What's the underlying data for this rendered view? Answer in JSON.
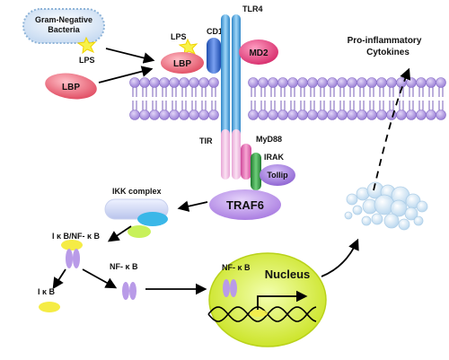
{
  "labels": {
    "bacteria_line1": "Gram-Negative",
    "bacteria_line2": "Bacteria",
    "lps_bacteria": "LPS",
    "lps_top": "LPS",
    "lbp_top": "LBP",
    "lbp_free": "LBP",
    "cd14": "CD14",
    "tlr4": "TLR4",
    "md2": "MD2",
    "tir": "TIR",
    "myd88": "MyD88",
    "irak": "IRAK",
    "tollip": "Tollip",
    "traf6": "TRAF6",
    "ikk_complex": "IKK complex",
    "ikb_nfkb": "I κ B/NF- κ B",
    "ikb": "I κ B",
    "nfkb_free": "NF- κ B",
    "nfkb_nucleus": "NF- κ B",
    "nucleus": "Nucleus",
    "cytokines_line1": "Pro-inflammatory",
    "cytokines_line2": "Cytokines"
  },
  "colors": {
    "membrane_head": "#b59be0",
    "membrane_tail": "#7a5fb8",
    "tlr4": "#4aa8e0",
    "tir": "#f0b8e0",
    "myd88": "#e870b8",
    "irak": "#3a9a4a",
    "tollip": "#9a70d8",
    "traf6": "#b888e8",
    "nucleus": "#d9ef3a",
    "lbp": "#e85d6e",
    "md2": "#e83a78",
    "cd14": "#3a6ad0"
  }
}
